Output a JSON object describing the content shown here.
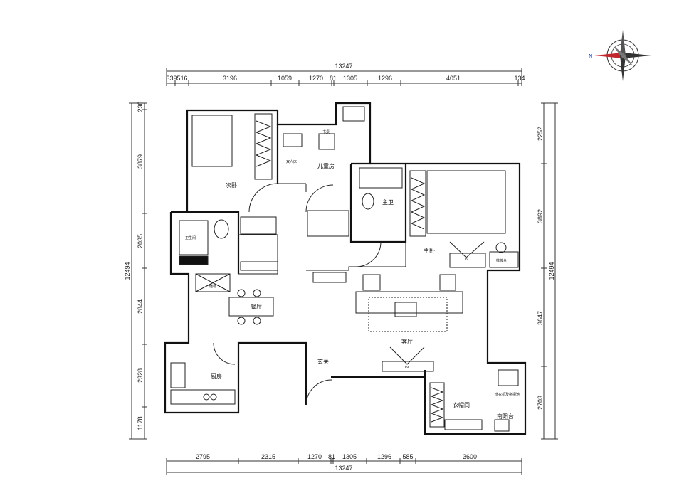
{
  "dimensions": {
    "top_total": "13247",
    "top": [
      "339",
      "516",
      "3196",
      "1059",
      "1270",
      "81",
      "1305",
      "1296",
      "4051",
      "134"
    ],
    "bottom": [
      "2795",
      "2315",
      "1270",
      "81",
      "1305",
      "1296",
      "585",
      "3600"
    ],
    "bottom_total": "13247",
    "left": [
      "230",
      "3879",
      "2035",
      "2844",
      "2328",
      "1178"
    ],
    "left_total": "12494",
    "right": [
      "2252",
      "3892",
      "3647",
      "2703"
    ],
    "right_total": "12494"
  },
  "compass": {
    "north": "N"
  },
  "rooms": {
    "second_bedroom": "次卧",
    "kids_room": "儿童房",
    "desk": "书桌",
    "bed": "双人床",
    "master_bath": "主卫",
    "master_bedroom": "主卧",
    "bathroom": "卫生间",
    "storage": "储物",
    "dining": "餐厅",
    "kitchen": "厨房",
    "entrance": "玄关",
    "living_room": "客厅",
    "walk_in_closet": "衣帽间",
    "balcony": "南阳台",
    "dresser": "梳妆台",
    "laundry": "洗衣机及拖把池",
    "tv_master": "TV",
    "tv_living": "TV"
  }
}
